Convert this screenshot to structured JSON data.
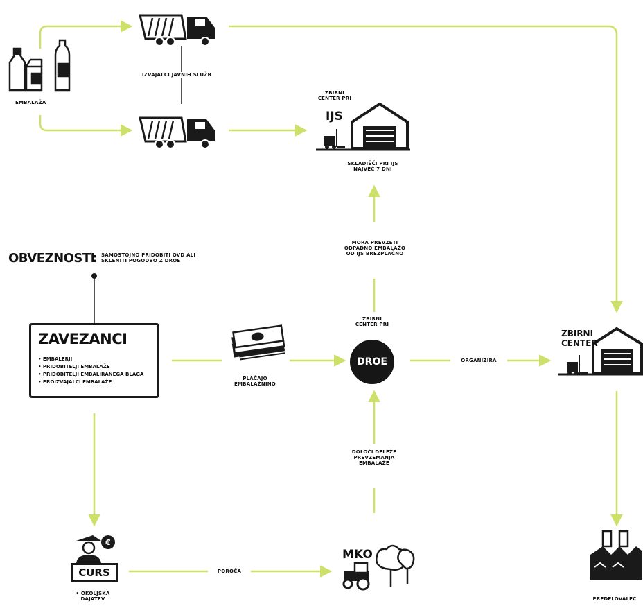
{
  "colors": {
    "arrow": "#cde06a",
    "ink": "#1a1a1a"
  },
  "labels": {
    "embalaza": "EMBALAŽA",
    "izvajalci": "IZVAJALCI JAVNIH SLUŽB",
    "zbirni_ijs_top": "ZBIRNI CENTER PRI",
    "ijs": "IJS",
    "skladisci": "SKLADIŠČI PRI IJS NAJVEČ 7 DNI",
    "mora_prevzeti": "MORA PREVZETI ODPADNO EMBALAŽO OD IJS BREZPLAČNO",
    "obveznosti": "OBVEZNOSTI",
    "obveznosti_note": "SAMOSTOJNO PRIDOBITI OVD ALI SKLENITI POGODBO Z DROE",
    "zavezanci": "ZAVEZANCI",
    "zavezanci_items": [
      "EMBALERJI",
      "PRIDOBITELJI EMBALAŽE",
      "PRIDOBITELJI EMBALIRANEGA BLAGA",
      "PROIZVAJALCI EMBALAŽE"
    ],
    "placajo": "PLAČAJO EMBALAŽNINO",
    "zbirni_droe_top": "ZBIRNI CENTER PRI",
    "droe": "DROE",
    "organizira": "ORGANIZIRA",
    "zbirni_center": "ZBIRNI CENTER",
    "doloci": "DOLOČI DELEŽE PREVZEMANJA EMBALAŽE",
    "curs": "CURS",
    "euro": "€",
    "okoljska": "• OKOLJSKA DAJATEV",
    "porocа": "POROČA",
    "mko": "MKO",
    "predelovalec": "PREDELOVALEC"
  },
  "icons": [
    "milk-carton-icon",
    "garbage-truck-icon",
    "warehouse-icon",
    "forklift-icon",
    "money-stack-icon",
    "customs-officer-icon",
    "tractor-icon",
    "trees-icon",
    "factory-icon"
  ]
}
